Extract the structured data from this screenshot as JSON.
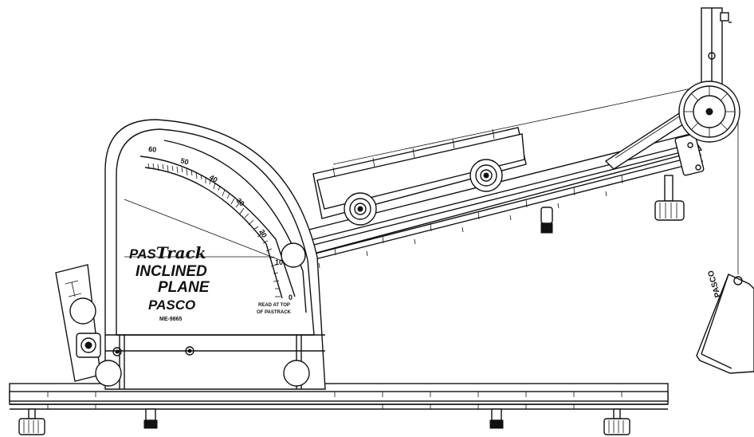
{
  "protractor": {
    "brand_prefix": "PAS",
    "brand_script": "Track",
    "title_line1": "INCLINED",
    "title_line2": "PLANE",
    "manufacturer": "PASCO",
    "model": "ME-9865",
    "read_note_line1": "READ AT TOP",
    "read_note_line2": "OF PASTRACK",
    "scale_labels": [
      "0",
      "10",
      "20",
      "30",
      "40",
      "50",
      "60"
    ]
  },
  "hanging_mass": {
    "label": "PASCO"
  }
}
